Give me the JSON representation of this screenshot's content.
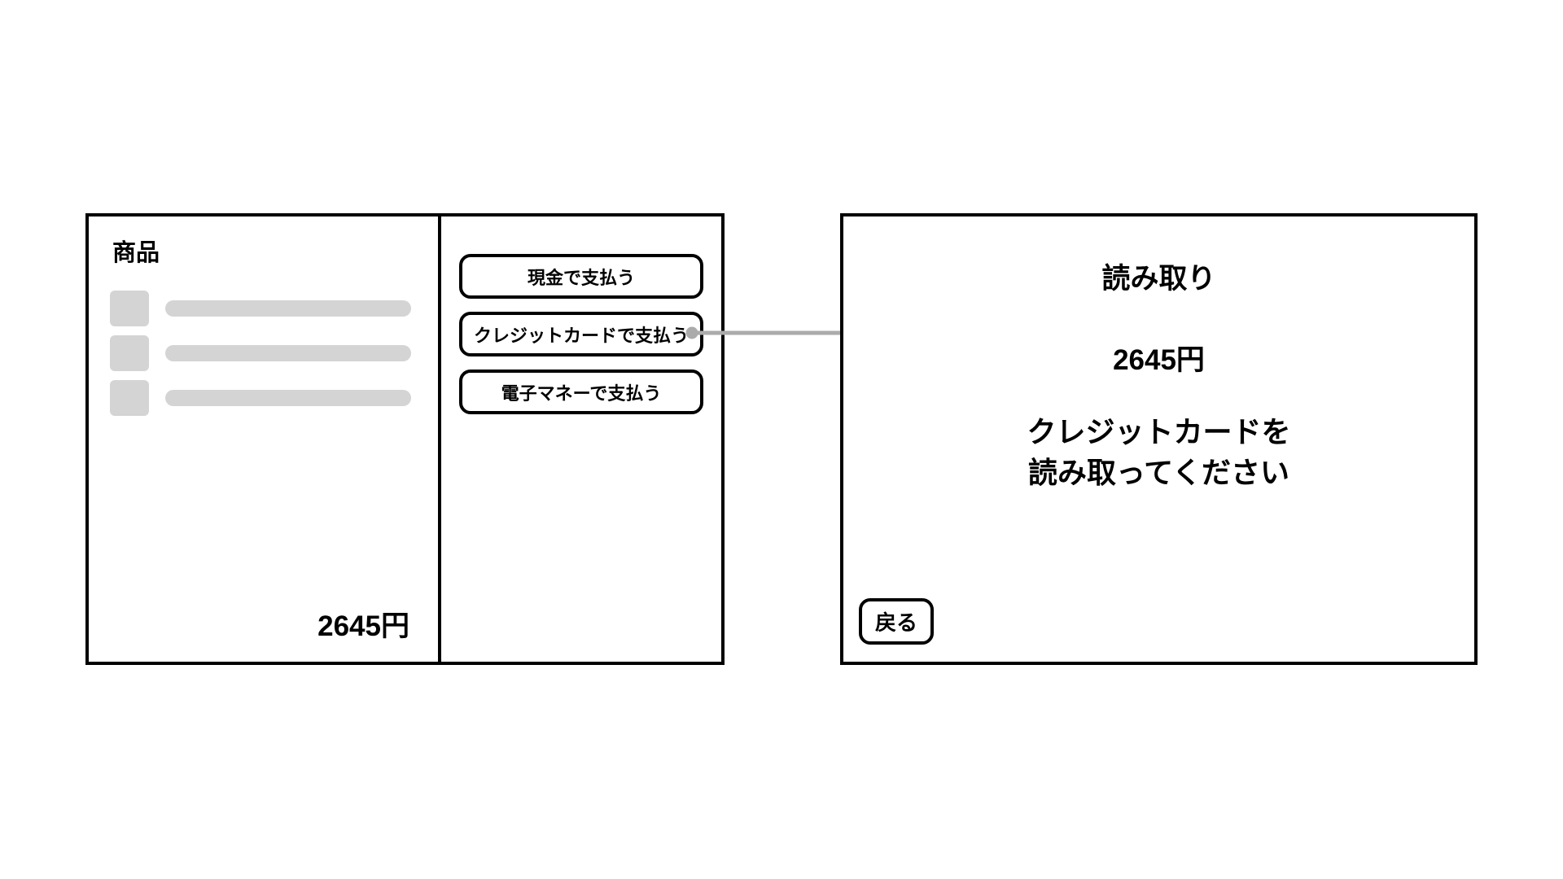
{
  "colors": {
    "outline_black": "#000000",
    "placeholder_gray": "#D4D4D4",
    "connector_gray": "#ABABAB",
    "background": "#FFFFFF"
  },
  "left_screen": {
    "products": {
      "title": "商品",
      "placeholder_count": 3,
      "total": "2645円"
    },
    "payment_buttons": [
      {
        "label": "現金で支払う"
      },
      {
        "label": "クレジットカードで支払う"
      },
      {
        "label": "電子マネーで支払う"
      }
    ]
  },
  "right_screen": {
    "title": "読み取り",
    "amount": "2645円",
    "instruction": [
      "クレジットカードを",
      "読み取ってください"
    ],
    "back_label": "戻る"
  }
}
